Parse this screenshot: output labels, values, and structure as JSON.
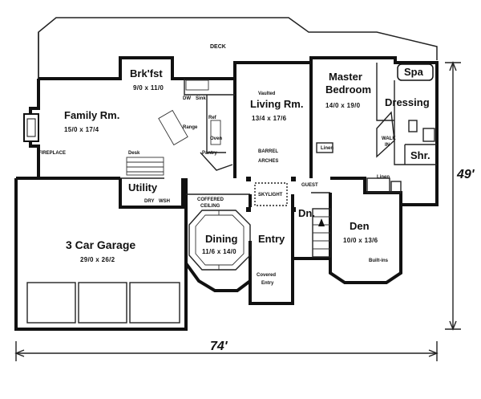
{
  "overall": {
    "width": "74'",
    "depth": "49'"
  },
  "rooms": {
    "deck": "DECK",
    "brkfst": {
      "name": "Brk'fst",
      "dim": "9/0 x 11/0"
    },
    "family": {
      "name": "Family Rm.",
      "dim": "15/0 x 17/4"
    },
    "living": {
      "pre": "Vaulted",
      "name": "Living Rm.",
      "dim": "13/4 x 17/6"
    },
    "master": {
      "name1": "Master",
      "name2": "Bedroom",
      "dim": "14/0 x 19/0"
    },
    "dressing": "Dressing",
    "spa": "Spa",
    "shr": "Shr.",
    "walkin": {
      "line1": "WALK",
      "line2": "IN"
    },
    "utility": "Utility",
    "garage": {
      "name": "3 Car Garage",
      "dim": "29/0 x 26/2"
    },
    "dining": {
      "name": "Dining",
      "dim": "11/6 x 14/0"
    },
    "entry": "Entry",
    "den": {
      "name": "Den",
      "dim": "10/0 x 13/6"
    },
    "covered": {
      "line1": "Covered",
      "line2": "Entry"
    }
  },
  "labels": {
    "fireplace": "FIREPLACE",
    "dw": "DW",
    "sink": "Sink",
    "range": "Range",
    "ref": "Ref",
    "oven": "Oven",
    "pantry": "Pantry",
    "desk": "Desk",
    "dry": "DRY",
    "wsh": "WSH",
    "coffered1": "COFFERED",
    "coffered2": "CEILING",
    "barrel1": "BARREL",
    "barrel2": "ARCHES",
    "skylight": "SKYLIGHT",
    "guest": "GUEST",
    "dn": "Dn.",
    "linen1": "Linen",
    "linen2": "Linen",
    "builtins": "Built-ins"
  }
}
